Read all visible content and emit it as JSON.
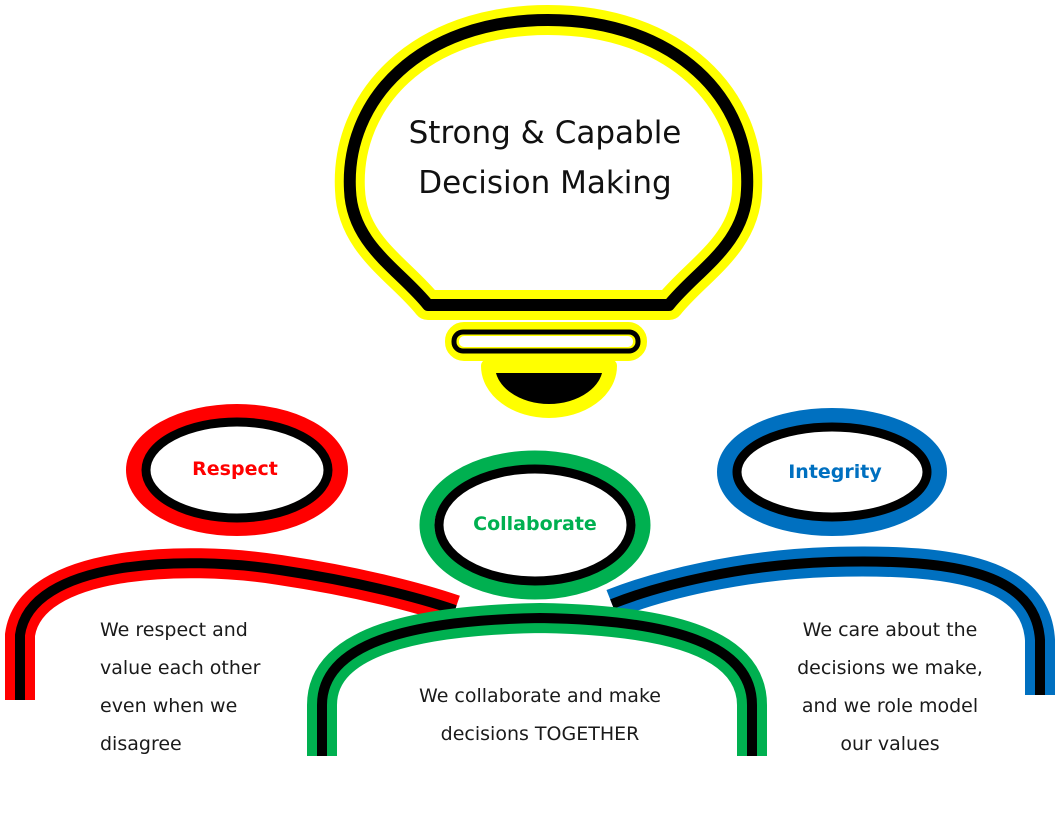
{
  "bulb": {
    "title_line1": "Strong & Capable",
    "title_line2": "Decision Making"
  },
  "figures": [
    {
      "key": "respect",
      "title": "Respect",
      "lines": [
        "We respect and",
        "value each other",
        "even when we",
        "disagree"
      ]
    },
    {
      "key": "collaborate",
      "title": "Collaborate",
      "lines": [
        "We collaborate and make",
        "decisions TOGETHER"
      ]
    },
    {
      "key": "integrity",
      "title": "Integrity",
      "lines": [
        "We care about the",
        "decisions we make,",
        "and we role model",
        "our values"
      ]
    }
  ],
  "colors": {
    "bulb": "#ffff00",
    "respect": "#ff0000",
    "collaborate": "#00b050",
    "integrity": "#0070c0",
    "outline": "#000000"
  }
}
